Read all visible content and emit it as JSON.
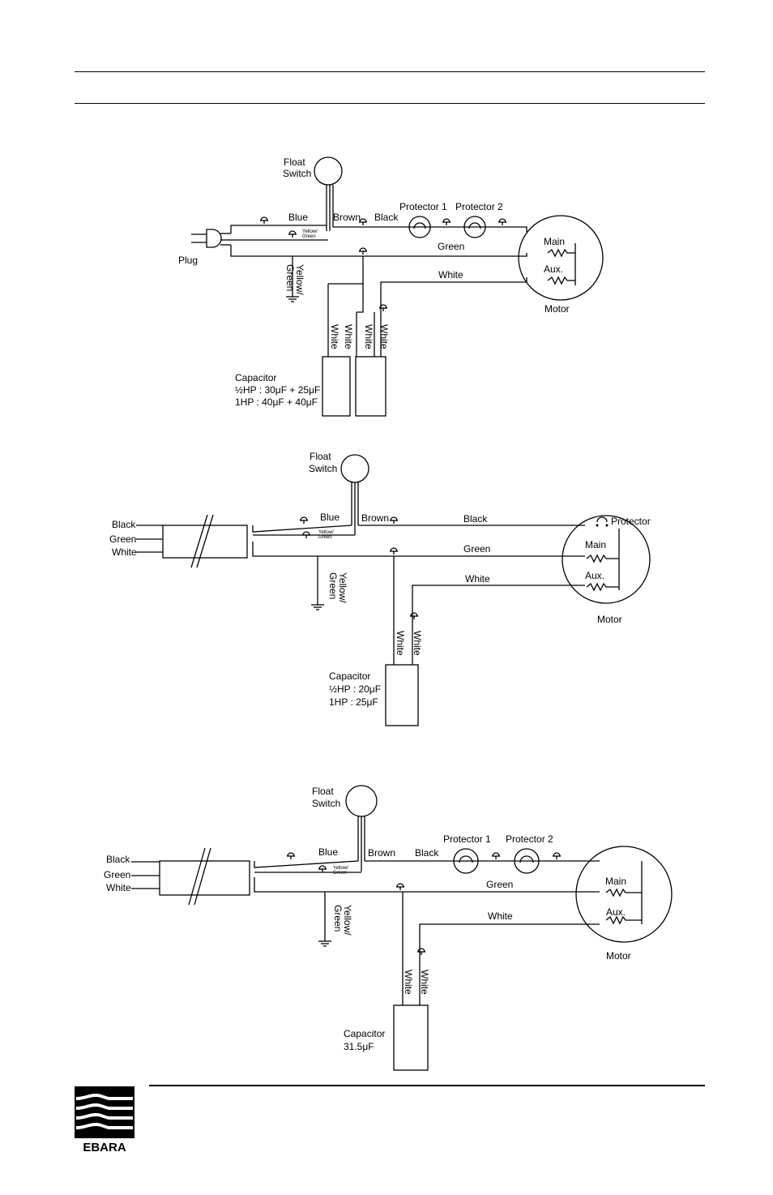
{
  "labels": {
    "float_switch_line1": "Float",
    "float_switch_line2": "Switch",
    "blue": "Blue",
    "brown": "Brown",
    "black": "Black",
    "green": "Green",
    "white": "White",
    "yellow_green_line1": "Yellow/",
    "yellow_green_line2": "Green",
    "protector": "Protector",
    "protector_1": "Protector 1",
    "protector_2": "Protector 2",
    "main": "Main",
    "aux": "Aux.",
    "motor": "Motor",
    "plug": "Plug",
    "capacitor": "Capacitor"
  },
  "capacitor_specs": {
    "d1_line1": "½HP : 30μF + 25μF",
    "d1_line2": "1HP : 40μF + 40μF",
    "d2_line1": "½HP : 20μF",
    "d2_line2": "1HP : 25μF",
    "d3_line1": "31.5μF"
  },
  "logo": {
    "text": "EBARA"
  }
}
